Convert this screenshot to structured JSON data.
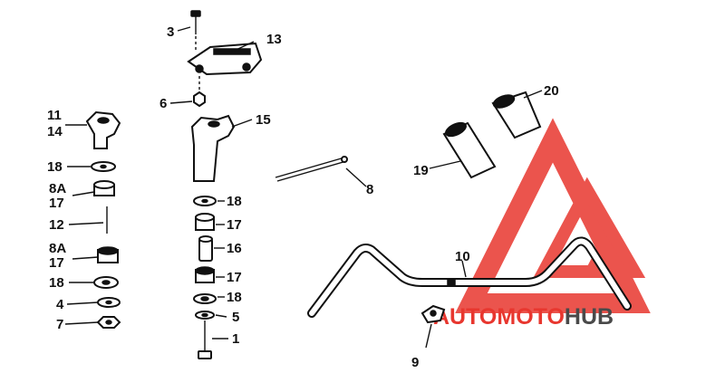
{
  "labels": {
    "l1": "1",
    "l3": "3",
    "l4": "4",
    "l5": "5",
    "l6": "6",
    "l7": "7",
    "l8": "8",
    "l9": "9",
    "l10": "10",
    "l11": "11",
    "l12": "12",
    "l13": "13",
    "l14": "14",
    "l15": "15",
    "l16a": "16",
    "l17a": "17",
    "l17b": "17",
    "l17c": "17",
    "l17d": "17",
    "l18a": "18",
    "l18b": "18",
    "l18c": "18",
    "l18d": "18",
    "l19": "19",
    "l20": "20",
    "l8a1": "8A",
    "l8a2": "8A"
  },
  "watermark": {
    "part1": "AUTO",
    "part2": "MOTO",
    "part3": "HUB"
  },
  "colors": {
    "watermark_red": "#e8372f",
    "watermark_dark": "#4a4a4a",
    "line": "#111111"
  }
}
